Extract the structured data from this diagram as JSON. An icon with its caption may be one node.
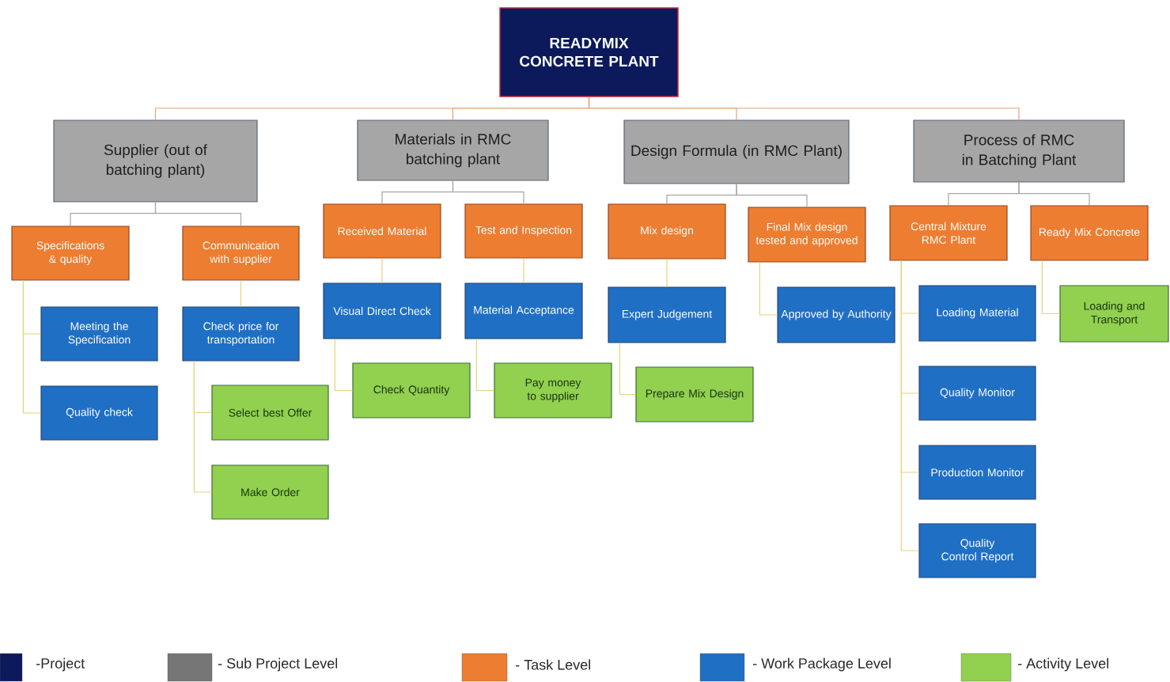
{
  "diagram": {
    "nodes": [
      {
        "text": [
          "READYMIX CONCRETE PLANT"
        ]
      },
      {
        "text": [
          "Supplier (out of batching plant)"
        ]
      },
      {
        "text": [
          "Materials in RMC batching plant"
        ]
      },
      {
        "text": [
          "Design Formula (in RMC Plant)"
        ]
      },
      {
        "text": [
          "Process of RMC in Batching Plant"
        ]
      },
      {
        "text": [
          "Specifications & quality"
        ]
      },
      {
        "text": [
          "Communication with supplier"
        ]
      },
      {
        "text": [
          "Received Material"
        ]
      },
      {
        "text": [
          "Test and Inspection"
        ]
      },
      {
        "text": [
          "Mix design"
        ]
      },
      {
        "text": [
          "Final Mix design tested and approved"
        ]
      },
      {
        "text": [
          "Central Mixture RMC Plant"
        ]
      },
      {
        "text": [
          "Ready Mix Concrete"
        ]
      },
      {
        "text": [
          "Meeting the Specification"
        ]
      },
      {
        "text": [
          "Quality check"
        ]
      },
      {
        "text": [
          "Check price for transportation"
        ]
      },
      {
        "text": [
          "Visual Direct Check"
        ]
      },
      {
        "text": [
          "Material Acceptance"
        ]
      },
      {
        "text": [
          "Expert Judgement"
        ]
      },
      {
        "text": [
          "Approved by Authority"
        ]
      },
      {
        "text": [
          "Loading Material"
        ]
      },
      {
        "text": [
          "Quality Monitor"
        ]
      },
      {
        "text": [
          "Production Monitor"
        ]
      },
      {
        "text": [
          "Quality Control Report"
        ]
      },
      {
        "text": [
          "Select best Offer"
        ]
      },
      {
        "text": [
          "Make Order"
        ]
      },
      {
        "text": [
          "Check Quantity"
        ]
      },
      {
        "text": [
          "Pay money to supplier"
        ]
      },
      {
        "text": [
          "Prepare Mix Design"
        ]
      },
      {
        "text": [
          "Loading and Transport"
        ]
      }
    ],
    "edges": [
      {
        "from": 0,
        "to": 1,
        "arrow": "none",
        "color": "#e9a271"
      },
      {
        "from": 0,
        "to": 2,
        "arrow": "none",
        "color": "#e9a271"
      },
      {
        "from": 0,
        "to": 3,
        "arrow": "none",
        "color": "#e9a271"
      },
      {
        "from": 0,
        "to": 4,
        "arrow": "none",
        "color": "#e9a271"
      },
      {
        "from": 1,
        "to": 5,
        "arrow": "none",
        "color": "#a6a6a6"
      },
      {
        "from": 1,
        "to": 6,
        "arrow": "none",
        "color": "#a6a6a6"
      },
      {
        "from": 2,
        "to": 7,
        "arrow": "none",
        "color": "#a6a6a6"
      },
      {
        "from": 2,
        "to": 8,
        "arrow": "none",
        "color": "#a6a6a6"
      },
      {
        "from": 3,
        "to": 9,
        "arrow": "none",
        "color": "#a6a6a6"
      },
      {
        "from": 3,
        "to": 10,
        "arrow": "none",
        "color": "#a6a6a6"
      },
      {
        "from": 4,
        "to": 11,
        "arrow": "none",
        "color": "#a6a6a6"
      },
      {
        "from": 4,
        "to": 12,
        "arrow": "none",
        "color": "#a6a6a6"
      },
      {
        "from": 5,
        "to": 13,
        "arrow": "none"
      },
      {
        "from": 5,
        "to": 14,
        "arrow": "none"
      },
      {
        "from": 6,
        "to": 15,
        "arrow": "none"
      },
      {
        "from": 7,
        "to": 16,
        "arrow": "none"
      },
      {
        "from": 8,
        "to": 17,
        "arrow": "none"
      },
      {
        "from": 9,
        "to": 18,
        "arrow": "none"
      },
      {
        "from": 10,
        "to": 19,
        "arrow": "none"
      },
      {
        "from": 11,
        "to": 20,
        "arrow": "none"
      },
      {
        "from": 11,
        "to": 21,
        "arrow": "none"
      },
      {
        "from": 11,
        "to": 22,
        "arrow": "none"
      },
      {
        "from": 11,
        "to": 23,
        "arrow": "none"
      },
      {
        "from": 12,
        "to": 29,
        "arrow": "none"
      },
      {
        "from": 15,
        "to": 24,
        "arrow": "none"
      },
      {
        "from": 15,
        "to": 25,
        "arrow": "none"
      },
      {
        "from": 16,
        "to": 26,
        "arrow": "none"
      },
      {
        "from": 17,
        "to": 27,
        "arrow": "none"
      },
      {
        "from": 18,
        "to": 28,
        "arrow": "none"
      }
    ],
    "legend": [
      {
        "text": "-Project",
        "color": "#0c1a5c"
      },
      {
        "text": "- Sub Project Level",
        "color": "#767676"
      },
      {
        "text": "- Task Level",
        "color": "#ed7d31"
      },
      {
        "text": "- Work Package Level",
        "color": "#1f6fc5"
      },
      {
        "text": "- Activity Level",
        "color": "#92d050"
      }
    ]
  }
}
